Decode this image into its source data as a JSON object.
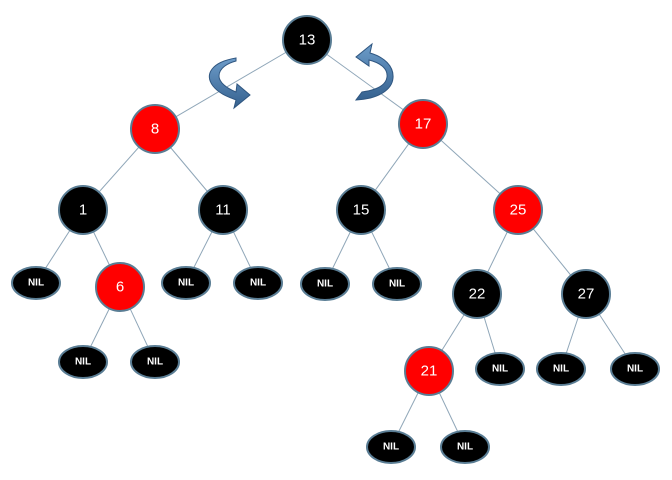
{
  "colors": {
    "black": "#000000",
    "red": "#ff0000",
    "edge": "#8fa6b8",
    "rotate_arrow": "#4a78a6"
  },
  "rotation_icons": [
    {
      "name": "rotate-left-icon",
      "direction": "counterclockwise"
    },
    {
      "name": "rotate-right-icon",
      "direction": "clockwise"
    }
  ],
  "nodes": [
    {
      "id": "n13",
      "label": "13",
      "color": "black",
      "kind": "key"
    },
    {
      "id": "n8",
      "label": "8",
      "color": "red",
      "kind": "key"
    },
    {
      "id": "n17",
      "label": "17",
      "color": "red",
      "kind": "key"
    },
    {
      "id": "n1",
      "label": "1",
      "color": "black",
      "kind": "key"
    },
    {
      "id": "n11",
      "label": "11",
      "color": "black",
      "kind": "key"
    },
    {
      "id": "n15",
      "label": "15",
      "color": "black",
      "kind": "key"
    },
    {
      "id": "n25",
      "label": "25",
      "color": "red",
      "kind": "key"
    },
    {
      "id": "nil1a",
      "label": "NIL",
      "color": "black",
      "kind": "nil"
    },
    {
      "id": "n6",
      "label": "6",
      "color": "red",
      "kind": "key"
    },
    {
      "id": "nil11a",
      "label": "NIL",
      "color": "black",
      "kind": "nil"
    },
    {
      "id": "nil11b",
      "label": "NIL",
      "color": "black",
      "kind": "nil"
    },
    {
      "id": "nil15a",
      "label": "NIL",
      "color": "black",
      "kind": "nil"
    },
    {
      "id": "nil15b",
      "label": "NIL",
      "color": "black",
      "kind": "nil"
    },
    {
      "id": "n22",
      "label": "22",
      "color": "black",
      "kind": "key"
    },
    {
      "id": "n27",
      "label": "27",
      "color": "black",
      "kind": "key"
    },
    {
      "id": "nil6a",
      "label": "NIL",
      "color": "black",
      "kind": "nil"
    },
    {
      "id": "nil6b",
      "label": "NIL",
      "color": "black",
      "kind": "nil"
    },
    {
      "id": "n21",
      "label": "21",
      "color": "red",
      "kind": "key"
    },
    {
      "id": "nil22b",
      "label": "NIL",
      "color": "black",
      "kind": "nil"
    },
    {
      "id": "nil27a",
      "label": "NIL",
      "color": "black",
      "kind": "nil"
    },
    {
      "id": "nil27b",
      "label": "NIL",
      "color": "black",
      "kind": "nil"
    },
    {
      "id": "nil21a",
      "label": "NIL",
      "color": "black",
      "kind": "nil"
    },
    {
      "id": "nil21b",
      "label": "NIL",
      "color": "black",
      "kind": "nil"
    }
  ],
  "edges": [
    [
      "n13",
      "n8"
    ],
    [
      "n13",
      "n17"
    ],
    [
      "n8",
      "n1"
    ],
    [
      "n8",
      "n11"
    ],
    [
      "n17",
      "n15"
    ],
    [
      "n17",
      "n25"
    ],
    [
      "n1",
      "nil1a"
    ],
    [
      "n1",
      "n6"
    ],
    [
      "n11",
      "nil11a"
    ],
    [
      "n11",
      "nil11b"
    ],
    [
      "n15",
      "nil15a"
    ],
    [
      "n15",
      "nil15b"
    ],
    [
      "n25",
      "n22"
    ],
    [
      "n25",
      "n27"
    ],
    [
      "n6",
      "nil6a"
    ],
    [
      "n6",
      "nil6b"
    ],
    [
      "n22",
      "n21"
    ],
    [
      "n22",
      "nil22b"
    ],
    [
      "n27",
      "nil27a"
    ],
    [
      "n27",
      "nil27b"
    ],
    [
      "n21",
      "nil21a"
    ],
    [
      "n21",
      "nil21b"
    ]
  ]
}
